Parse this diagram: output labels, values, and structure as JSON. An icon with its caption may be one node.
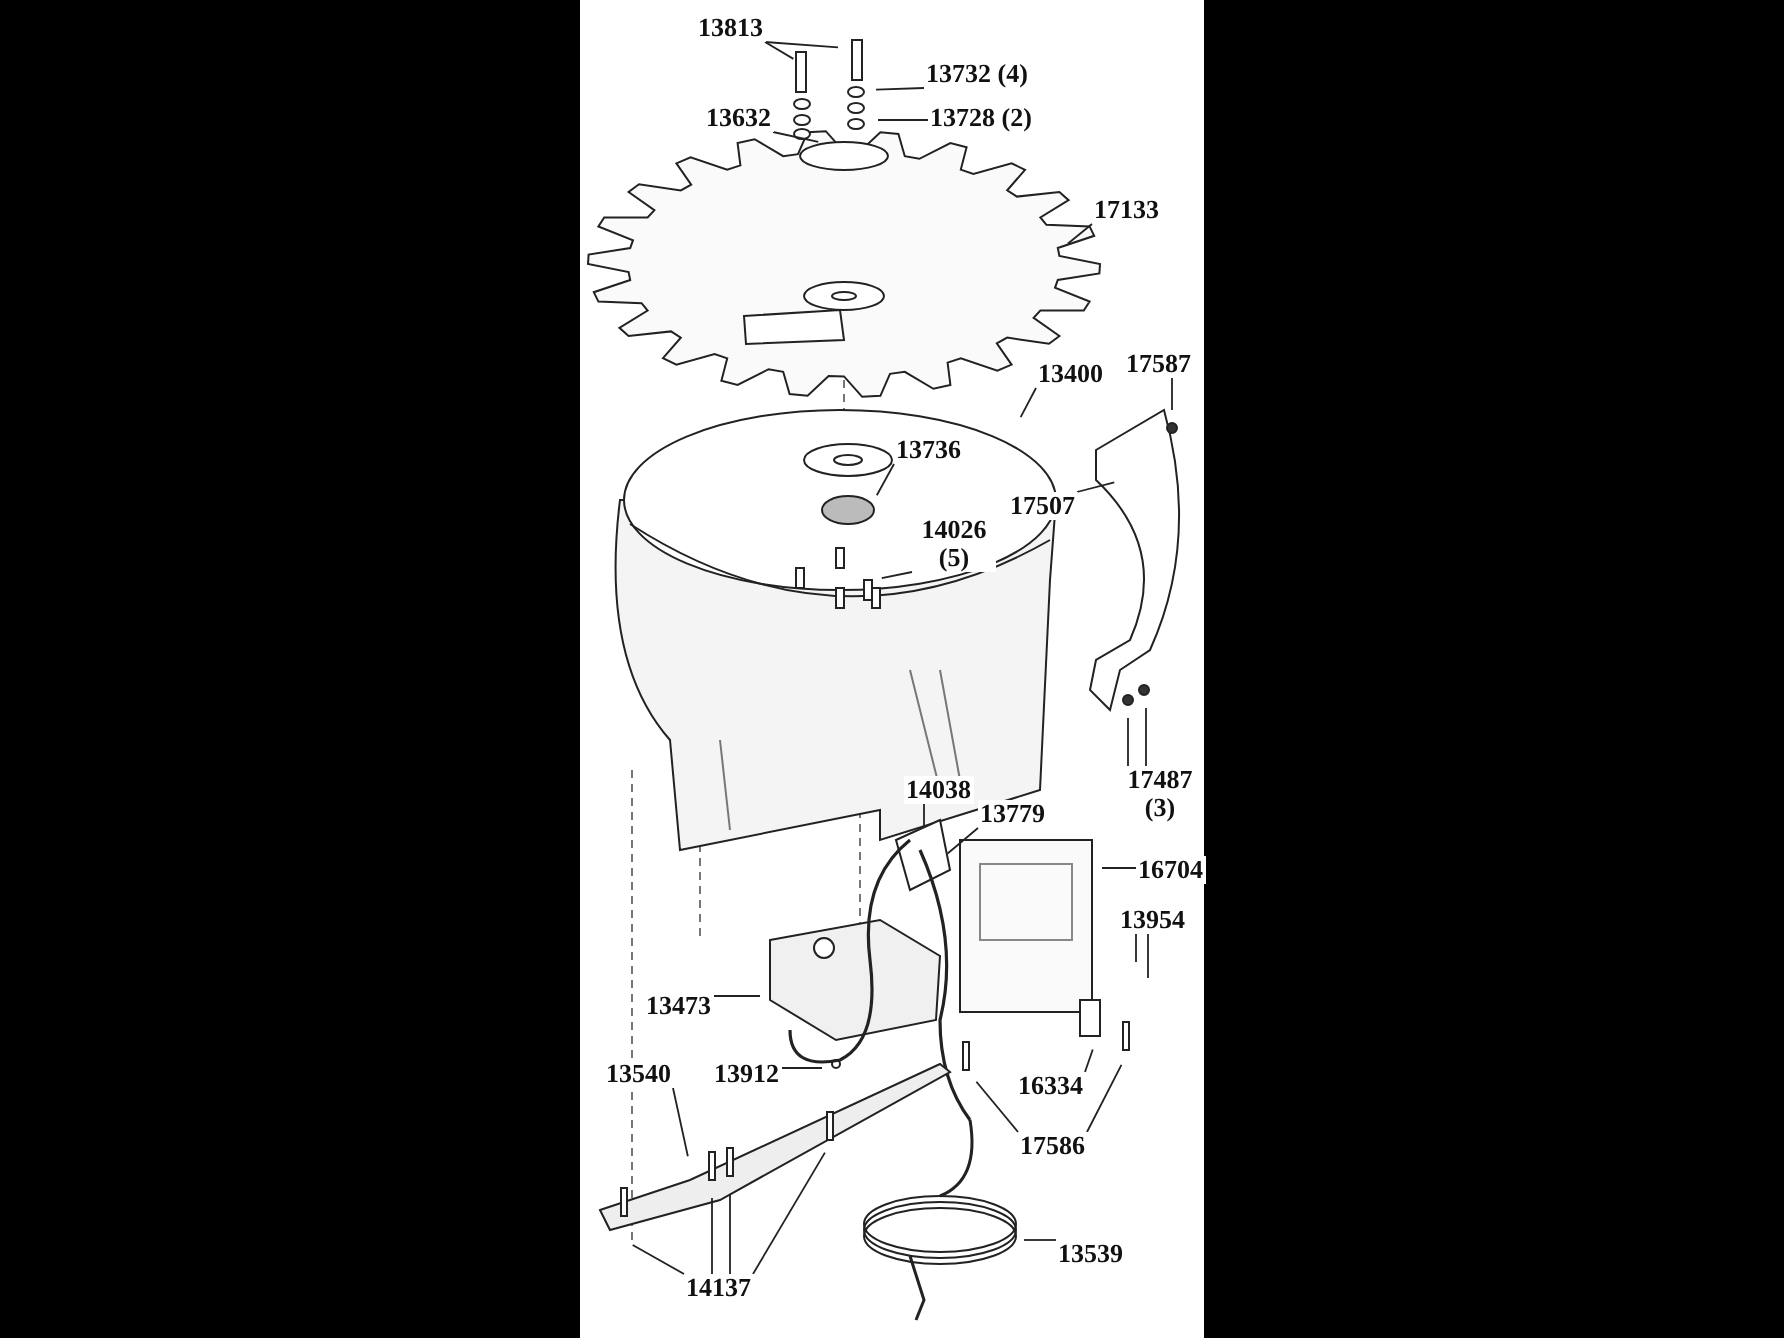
{
  "diagram": {
    "nodes": [
      {
        "text": [
          "13813"
        ]
      },
      {
        "text": [
          "13732 (4)"
        ]
      },
      {
        "text": [
          "13632"
        ]
      },
      {
        "text": [
          "13728 (2)"
        ]
      },
      {
        "text": [
          "17133"
        ]
      },
      {
        "text": [
          "13400"
        ]
      },
      {
        "text": [
          "17587"
        ]
      },
      {
        "text": [
          "13736"
        ]
      },
      {
        "text": [
          "17507"
        ]
      },
      {
        "text": [
          "14026 (5)"
        ]
      },
      {
        "text": [
          "17487 (3)"
        ]
      },
      {
        "text": [
          "14038"
        ]
      },
      {
        "text": [
          "13779"
        ]
      },
      {
        "text": [
          "16704"
        ]
      },
      {
        "text": [
          "13954"
        ]
      },
      {
        "text": [
          "13473"
        ]
      },
      {
        "text": [
          "13540"
        ]
      },
      {
        "text": [
          "13912"
        ]
      },
      {
        "text": [
          "16334"
        ]
      },
      {
        "text": [
          "17586"
        ]
      },
      {
        "text": [
          "13539"
        ]
      },
      {
        "text": [
          "14137"
        ]
      }
    ],
    "edges": [
      {
        "from": 0,
        "to": null,
        "arrow": "none"
      },
      {
        "from": 0,
        "to": null,
        "arrow": "none"
      },
      {
        "from": 1,
        "to": null,
        "arrow": "none"
      },
      {
        "from": 2,
        "to": null,
        "arrow": "none"
      },
      {
        "from": 3,
        "to": null,
        "arrow": "none"
      },
      {
        "from": 4,
        "to": null,
        "arrow": "none"
      },
      {
        "from": 5,
        "to": null,
        "arrow": "none"
      },
      {
        "from": 6,
        "to": null,
        "arrow": "none"
      },
      {
        "from": 7,
        "to": null,
        "arrow": "none"
      },
      {
        "from": 8,
        "to": null,
        "arrow": "none"
      },
      {
        "from": 9,
        "to": null,
        "arrow": "none"
      },
      {
        "from": 10,
        "to": null,
        "arrow": "none"
      },
      {
        "from": 10,
        "to": null,
        "arrow": "none"
      },
      {
        "from": 11,
        "to": null,
        "arrow": "none"
      },
      {
        "from": 12,
        "to": null,
        "arrow": "none"
      },
      {
        "from": 13,
        "to": null,
        "arrow": "none"
      },
      {
        "from": 14,
        "to": null,
        "arrow": "none"
      },
      {
        "from": 14,
        "to": null,
        "arrow": "none"
      },
      {
        "from": 15,
        "to": null,
        "arrow": "none"
      },
      {
        "from": 16,
        "to": null,
        "arrow": "none"
      },
      {
        "from": 17,
        "to": null,
        "arrow": "none"
      },
      {
        "from": 18,
        "to": null,
        "arrow": "none"
      },
      {
        "from": 19,
        "to": null,
        "arrow": "none"
      },
      {
        "from": 19,
        "to": null,
        "arrow": "none"
      },
      {
        "from": 20,
        "to": null,
        "arrow": "none"
      },
      {
        "from": 21,
        "to": null,
        "arrow": "none"
      },
      {
        "from": 21,
        "to": null,
        "arrow": "none"
      },
      {
        "from": 21,
        "to": null,
        "arrow": "none"
      },
      {
        "from": 21,
        "to": null,
        "arrow": "none"
      }
    ]
  }
}
